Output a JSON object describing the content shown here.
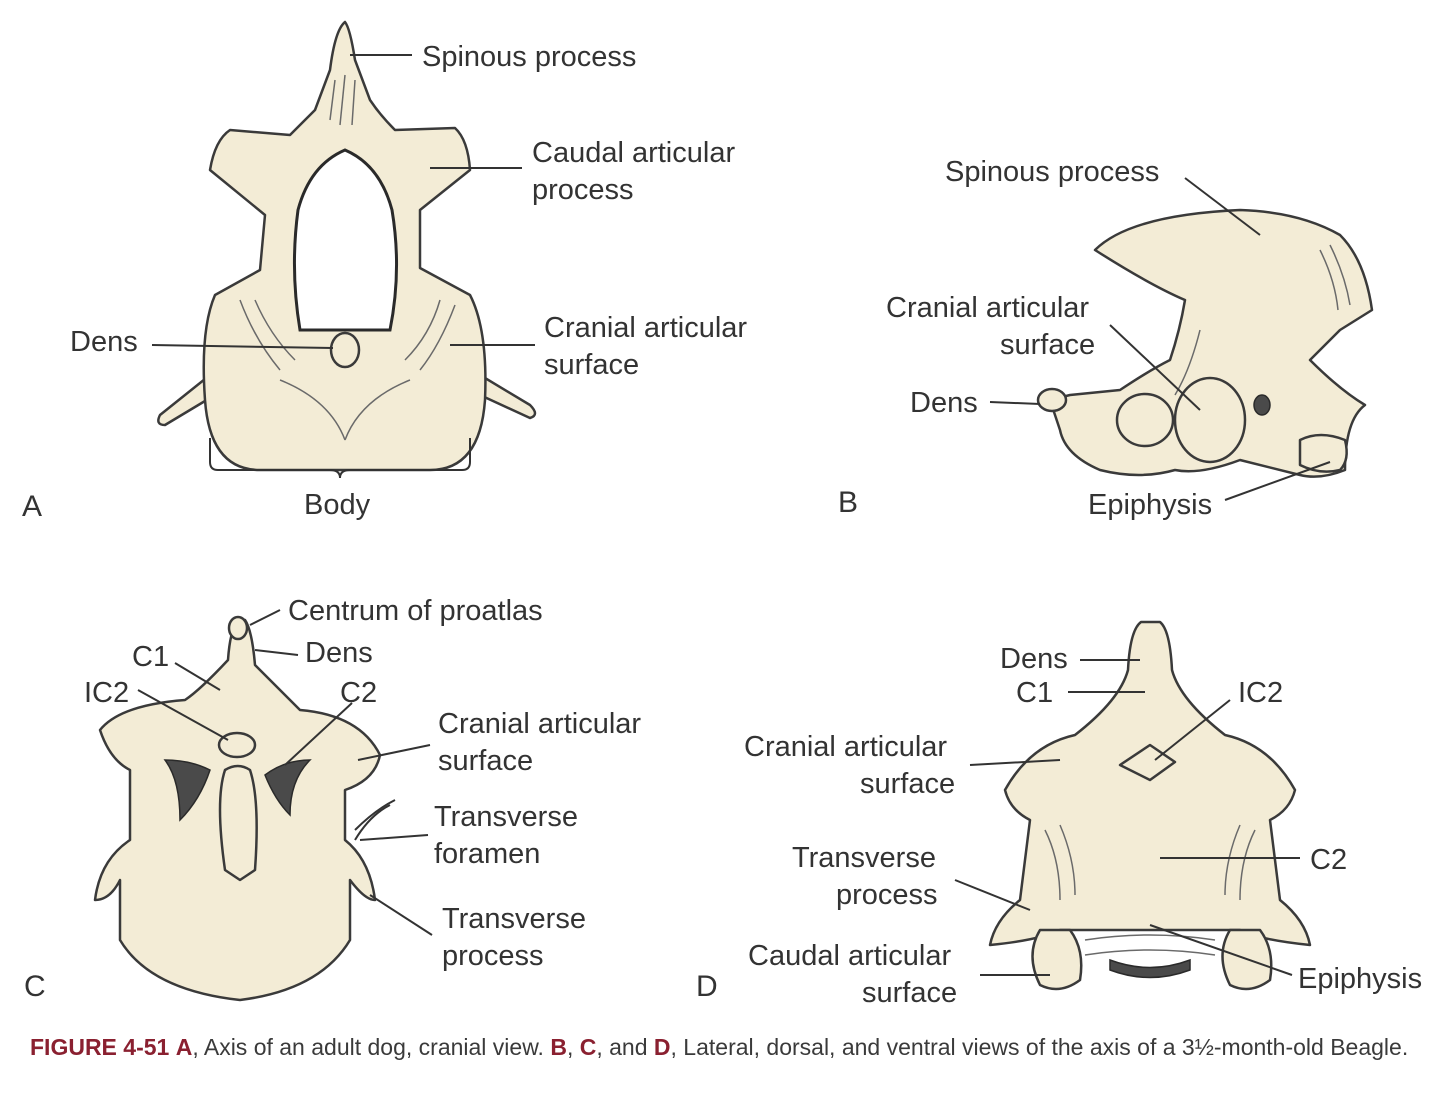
{
  "panels": [
    {
      "letter": "A",
      "labels": {
        "spinous": "Spinous process",
        "caudal_l1": "Caudal articular",
        "caudal_l2": "process",
        "dens": "Dens",
        "cranial_l1": "Cranial articular",
        "cranial_l2": "surface",
        "body": "Body"
      }
    },
    {
      "letter": "B",
      "labels": {
        "spinous": "Spinous process",
        "cranial_l1": "Cranial articular",
        "cranial_l2": "surface",
        "dens": "Dens",
        "epiphysis": "Epiphysis"
      }
    },
    {
      "letter": "C",
      "labels": {
        "centrum": "Centrum of proatlas",
        "c1": "C1",
        "dens": "Dens",
        "ic2": "IC2",
        "c2": "C2",
        "cranial_l1": "Cranial articular",
        "cranial_l2": "surface",
        "tforamen_l1": "Transverse",
        "tforamen_l2": "foramen",
        "tprocess_l1": "Transverse",
        "tprocess_l2": "process"
      }
    },
    {
      "letter": "D",
      "labels": {
        "dens": "Dens",
        "c1": "C1",
        "ic2": "IC2",
        "cranial_l1": "Cranial articular",
        "cranial_l2": "surface",
        "tprocess_l1": "Transverse",
        "tprocess_l2": "process",
        "c2": "C2",
        "caudal_l1": "Caudal articular",
        "caudal_l2": "surface",
        "epiphysis": "Epiphysis"
      }
    }
  ],
  "caption": {
    "figure_label": "FIGURE 4-51",
    "a_letter": "A",
    "a_text": ", Axis of an adult dog, cranial view. ",
    "b_letter": "B",
    "sep1": ", ",
    "c_letter": "C",
    "sep2": ", and ",
    "d_letter": "D",
    "rest": ", Lateral, dorsal, and ventral views of the axis of a 3½-month-old Beagle."
  },
  "colors": {
    "bone_fill": "#f3ecd6",
    "outline": "#3a3a3a",
    "caption_accent": "#8a2030"
  }
}
